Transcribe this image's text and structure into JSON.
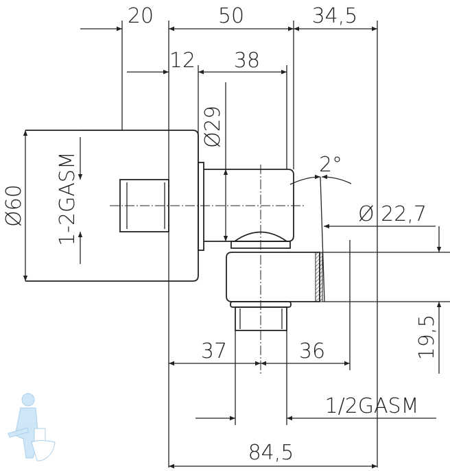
{
  "drawing": {
    "dimensions": {
      "top_20": "20",
      "top_50": "50",
      "top_34_5": "34,5",
      "second_12": "12",
      "second_38": "38",
      "dia_60": "Ø60",
      "thread_left": "1-2GASM",
      "dia_29": "Ø29",
      "angle": "2°",
      "dia_22_7": "Ø 22,7",
      "height_19_5": "19,5",
      "bottom_37": "37",
      "bottom_36": "36",
      "thread_bottom": "1/2GASM",
      "overall_84_5": "84,5"
    },
    "colors": {
      "line": "#222222",
      "logo": "#bcdcf2"
    }
  }
}
